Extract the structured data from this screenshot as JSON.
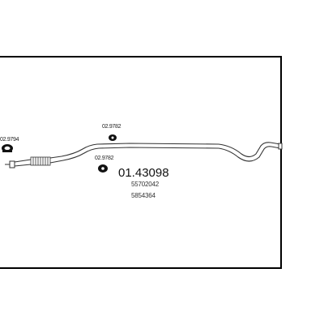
{
  "part_number": "01.43098",
  "references": [
    "55702042",
    "5854364"
  ],
  "accessories": [
    {
      "code": "02.9794",
      "icon": "clamp-icon"
    },
    {
      "code": "02.9782",
      "icon": "rubber-hanger-icon"
    },
    {
      "code": "02.9782",
      "icon": "rubber-hanger-icon"
    }
  ],
  "colors": {
    "line": "#333333",
    "frame": "#000000",
    "background": "#ffffff"
  }
}
